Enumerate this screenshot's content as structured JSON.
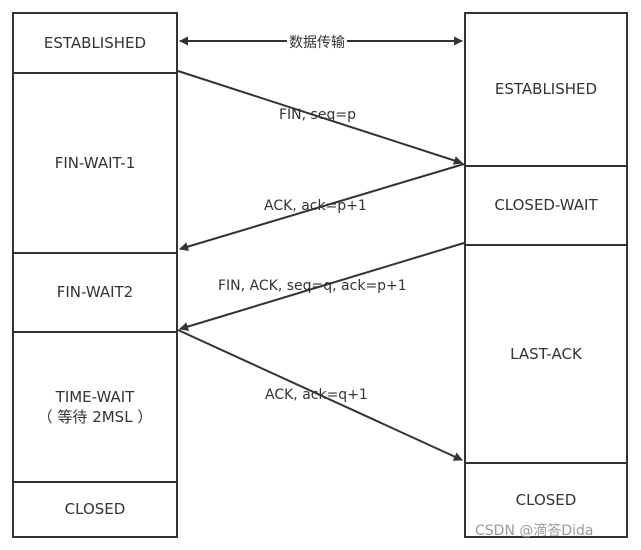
{
  "client_states": [
    "ESTABLISHED",
    "FIN-WAIT-1",
    "FIN-WAIT2",
    "TIME-WAIT",
    "（ 等待 2MSL ）",
    "CLOSED"
  ],
  "server_states": [
    "ESTABLISHED",
    "CLOSED-WAIT",
    "LAST-ACK",
    "CLOSED"
  ],
  "messages": {
    "data_transfer": "数据传输",
    "fin1": "FIN, seq=p",
    "ack1": "ACK, ack=p+1",
    "fin2": "FIN, ACK, seq=q, ack=p+1",
    "ack2": "ACK, ack=q+1"
  },
  "watermark": "CSDN @滴答Dida",
  "colors": {
    "line": "#333333",
    "text": "#333333",
    "watermark": "#9a9a9a",
    "background": "#ffffff"
  }
}
